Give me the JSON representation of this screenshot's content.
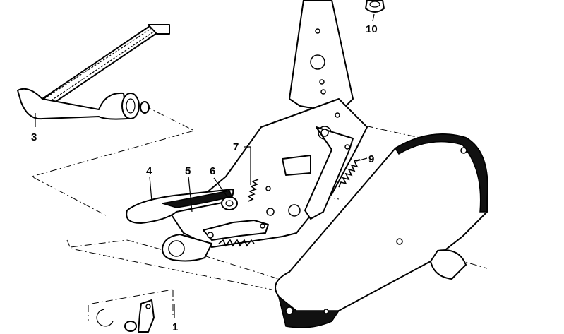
{
  "callouts": {
    "c1": "1",
    "c3": "3",
    "c4": "4",
    "c5": "5",
    "c6": "6",
    "c7": "7",
    "c9": "9",
    "c10": "10"
  }
}
